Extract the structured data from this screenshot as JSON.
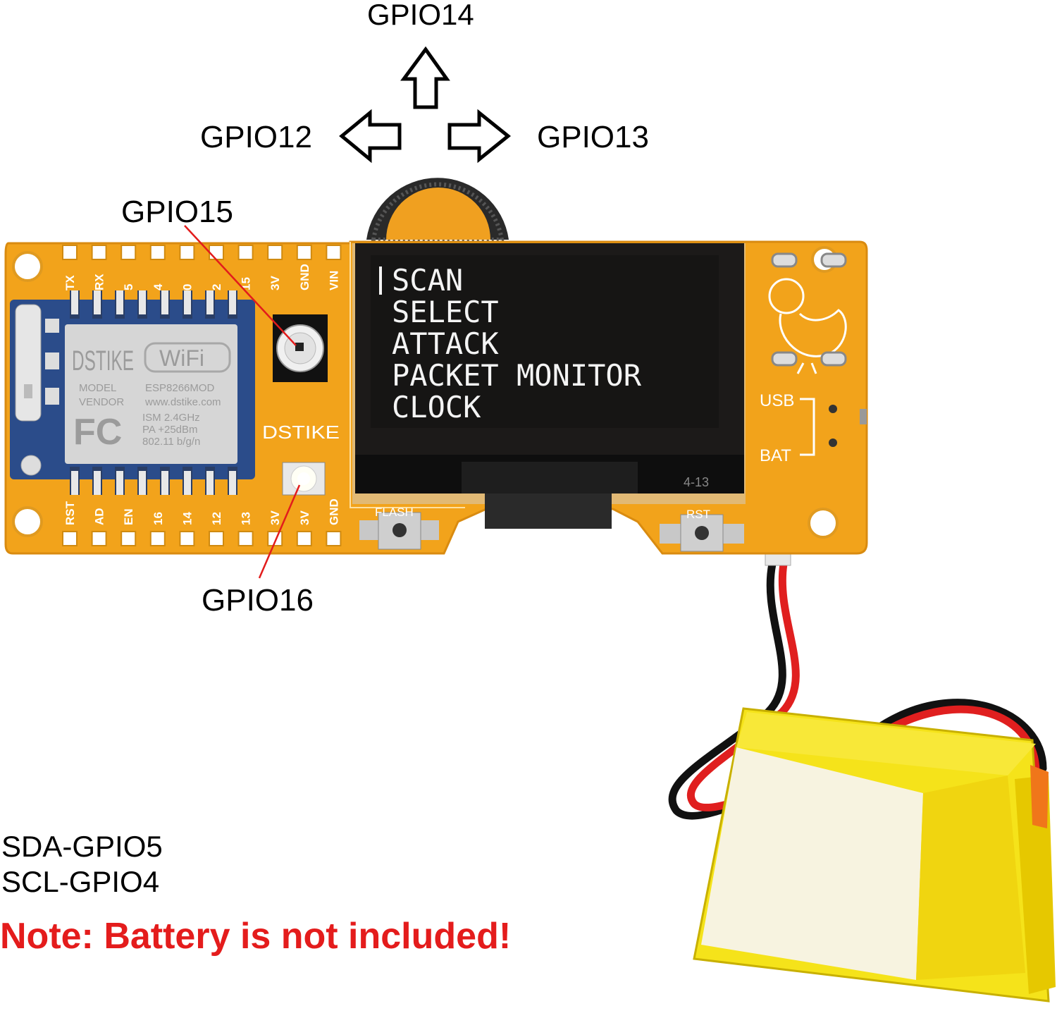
{
  "labels": {
    "gpio14": "GPIO14",
    "gpio12": "GPIO12",
    "gpio13": "GPIO13",
    "gpio15": "GPIO15",
    "gpio16": "GPIO16",
    "sda": "SDA-GPIO5",
    "scl": "SCL-GPIO4",
    "note": "Note: Battery is not included!"
  },
  "oled_menu": [
    "SCAN",
    "SELECT",
    "ATTACK",
    "PACKET MONITOR",
    "CLOCK"
  ],
  "top_pins": [
    "TX",
    "RX",
    "5",
    "4",
    "0",
    "2",
    "15",
    "3V",
    "GND",
    "VIN"
  ],
  "bottom_pins": [
    "RST",
    "AD",
    "EN",
    "16",
    "14",
    "12",
    "13",
    "3V",
    "3V",
    "GND"
  ],
  "board": {
    "brand": "DSTIKE",
    "usb_label": "USB",
    "bat_label": "BAT",
    "flash_label": "FLASH",
    "rst_label": "RST",
    "oled_code": "4-13",
    "module": {
      "brand": "DSTIKE",
      "wifi": "WiFi",
      "model_label": "MODEL",
      "model": "ESP8266MOD",
      "vendor_label": "VENDOR",
      "vendor": "www.dstike.com",
      "ism": "ISM   2.4GHz",
      "pa": "PA   +25dBm",
      "std": "802.11 b/g/n",
      "fc": "FC"
    }
  },
  "colors": {
    "board": "#f2a31b",
    "board_edge": "#d98b10",
    "oled": "#1c1a19",
    "note": "#e41c1c",
    "battery": "#f5e31a",
    "wire_red": "#e01f1f",
    "wire_black": "#111111"
  }
}
